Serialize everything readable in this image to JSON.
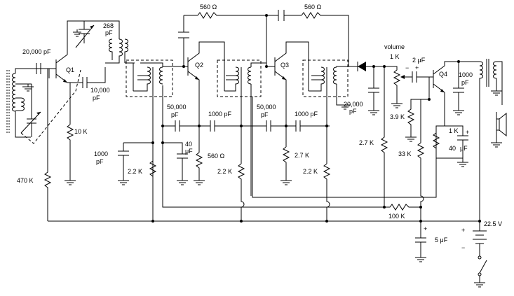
{
  "schematic": {
    "labels": {
      "r_560_top_left": "560 Ω",
      "r_560_top_right": "560 Ω",
      "c_20000_in": "20,000 pF",
      "c_268": "268",
      "c_268_unit": "pF",
      "q1": "Q1",
      "c_10000": "10,000",
      "c_10000_unit": "pF",
      "r_10k": "10 K",
      "r_470k": "470 K",
      "q2": "Q2",
      "c_50000_a": "50,000",
      "c_50000_a_unit": "pF",
      "c_1000_a": "1000 pF",
      "c_40uf_a": "40",
      "c_40uf_a_unit": "μF",
      "r_560_q2": "560 Ω",
      "c_1000_left": "1000",
      "c_1000_left_unit": "pF",
      "r_22k_a": "2.2 K",
      "r_22k_b": "2.2 K",
      "q3": "Q3",
      "c_50000_b": "50,000",
      "c_50000_b_unit": "pF",
      "c_1000_b": "1000 pF",
      "r_27k_q3": "2.7 K",
      "r_22k_c": "2.2 K",
      "c_20000_det": "20,000",
      "c_20000_det_unit": "pF",
      "volume": "volume",
      "vol_1k": "1 K",
      "c_2uf": "2 μF",
      "q4": "Q4",
      "c_1000_out": "1000",
      "c_1000_out_unit": "pF",
      "r_39k": "3.9 K",
      "r_27k_det": "2.7 K",
      "r_1k_q4": "1 K",
      "c_40uf_b": "40",
      "c_40uf_b_unit": "μF",
      "r_33k": "33 K",
      "r_100k": "100 K",
      "c_5uf": "5 μF",
      "batt": "22.5 V",
      "plus_a": "+",
      "minus_a": "−",
      "plus_b": "+",
      "plus_c": "+",
      "minus_b": "−",
      "plus_d": "+"
    }
  }
}
